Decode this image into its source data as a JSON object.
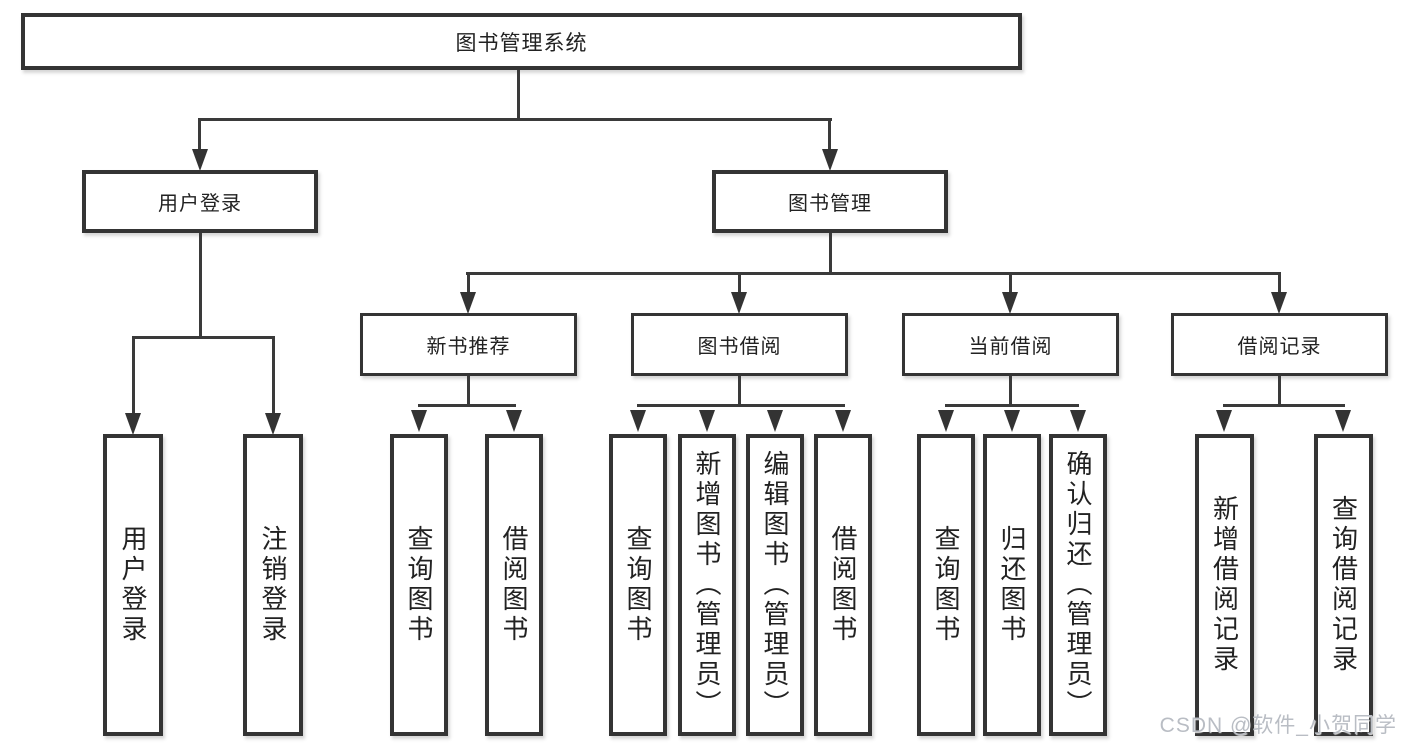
{
  "diagram": {
    "root": {
      "label": "图书管理系统"
    },
    "branches": [
      {
        "label": "用户登录",
        "children": [
          {
            "label": "用户登录"
          },
          {
            "label": "注销登录"
          }
        ]
      },
      {
        "label": "图书管理",
        "sections": [
          {
            "label": "新书推荐",
            "children": [
              {
                "label": "查询图书"
              },
              {
                "label": "借阅图书"
              }
            ]
          },
          {
            "label": "图书借阅",
            "children": [
              {
                "label": "查询图书"
              },
              {
                "label": "新增图书（管理员）"
              },
              {
                "label": "编辑图书（管理员）"
              },
              {
                "label": "借阅图书"
              }
            ]
          },
          {
            "label": "当前借阅",
            "children": [
              {
                "label": "查询图书"
              },
              {
                "label": "归还图书"
              },
              {
                "label": "确认归还（管理员）"
              }
            ]
          },
          {
            "label": "借阅记录",
            "children": [
              {
                "label": "新增借阅记录"
              },
              {
                "label": "查询借阅记录"
              }
            ]
          }
        ]
      }
    ]
  },
  "watermark": {
    "text": "CSDN @软件_小贺同学"
  },
  "colors": {
    "line": "#3a3a3a",
    "border": "#343434",
    "text": "#222222",
    "watermark": "#b9bdc4"
  }
}
